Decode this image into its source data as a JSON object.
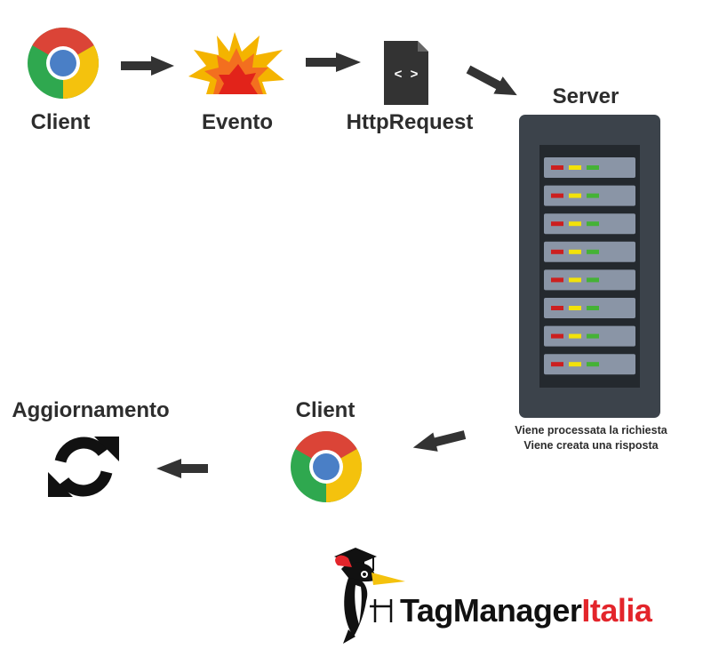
{
  "nodes": {
    "client_top": "Client",
    "event": "Evento",
    "http_request": "HttpRequest",
    "server": "Server",
    "client_bottom": "Client",
    "refresh": "Aggiornamento"
  },
  "server_notes": {
    "line1": "Viene processata la richiesta",
    "line2": "Viene creata una risposta"
  },
  "code_glyph": "< >",
  "logo": {
    "part1": "TagManager",
    "part2": "Italia"
  },
  "colors": {
    "text": "#2d2d2d",
    "arrow": "#333333",
    "server_body": "#3c434b",
    "server_slot": "#8a95a6",
    "led_red": "#cc1f1f",
    "led_yellow": "#f2e20a",
    "led_green": "#45b236",
    "brand_red": "#e3252b",
    "chrome_red": "#db4437",
    "chrome_yellow": "#f4c20d",
    "chrome_green": "#2fa84f",
    "chrome_blue": "#4a7fc6"
  },
  "icons": [
    "chrome-icon",
    "explosion-icon",
    "code-file-icon",
    "server-rack-icon",
    "refresh-icon",
    "woodpecker-logo-icon"
  ]
}
